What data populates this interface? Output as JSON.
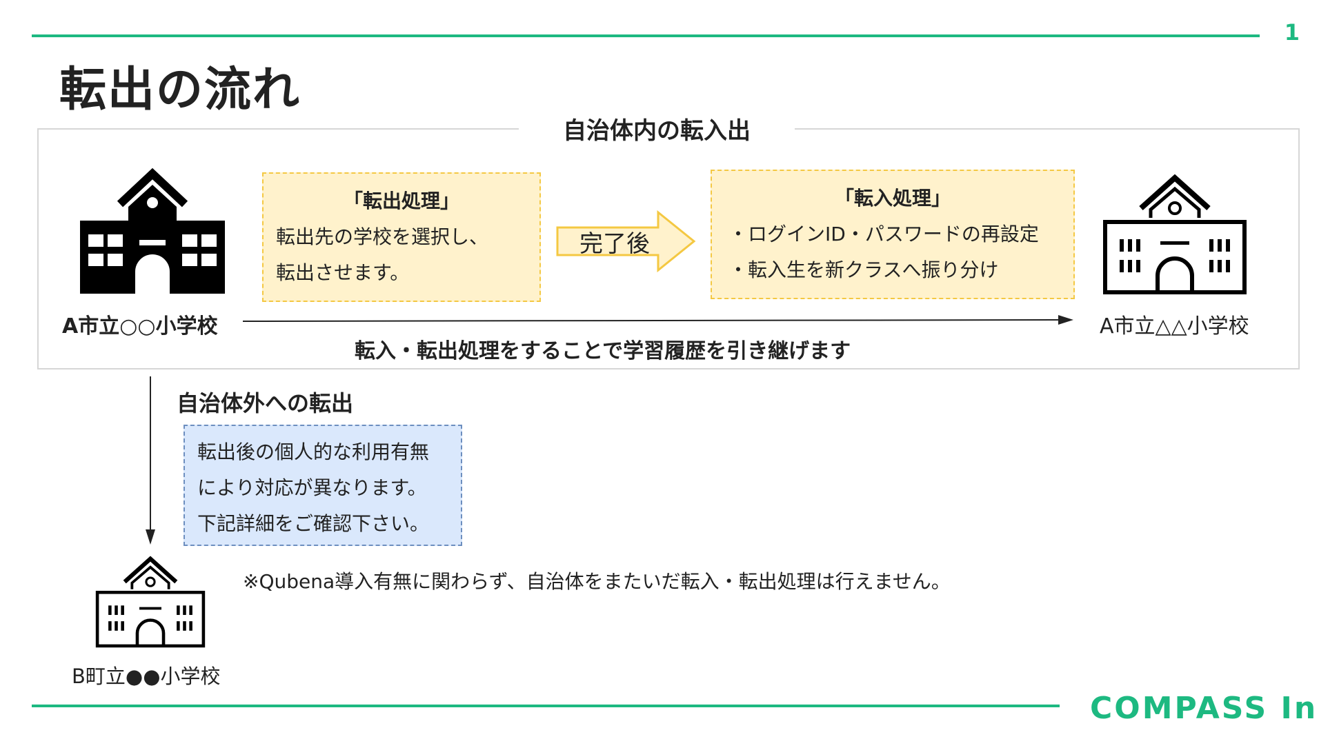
{
  "page_number": "1",
  "title": "転出の流れ",
  "internal_section": {
    "heading": "自治体内の転入出",
    "from_school": "A市立○○小学校",
    "to_school": "A市立△△小学校",
    "transfer_out_box": {
      "heading": "「転出処理」",
      "lines": [
        "転出先の学校を選択し、",
        "転出させます。"
      ]
    },
    "arrow_label": "完了後",
    "transfer_in_box": {
      "heading": "「転入処理」",
      "lines": [
        "・ログインID・パスワードの再設定",
        "・転入生を新クラスへ振り分け"
      ]
    },
    "flow_caption": "転入・転出処理をすることで学習履歴を引き継げます"
  },
  "external_section": {
    "heading": "自治体外への転出",
    "box_lines": [
      "転出後の個人的な利用有無",
      "により対応が異なります。",
      "下記詳細をご確認下さい。"
    ],
    "destination_school": "B町立●●小学校",
    "note": "※Qubena導入有無に関わらず、自治体をまたいだ転入・転出処理は行えません。"
  },
  "footer": {
    "company": "COMPASS Inc."
  },
  "colors": {
    "accent_green": "#1db981",
    "yellow_fill": "#fff2cc",
    "yellow_border": "#f4c842",
    "blue_fill": "#dae8fc",
    "blue_border": "#6c8ebf"
  }
}
